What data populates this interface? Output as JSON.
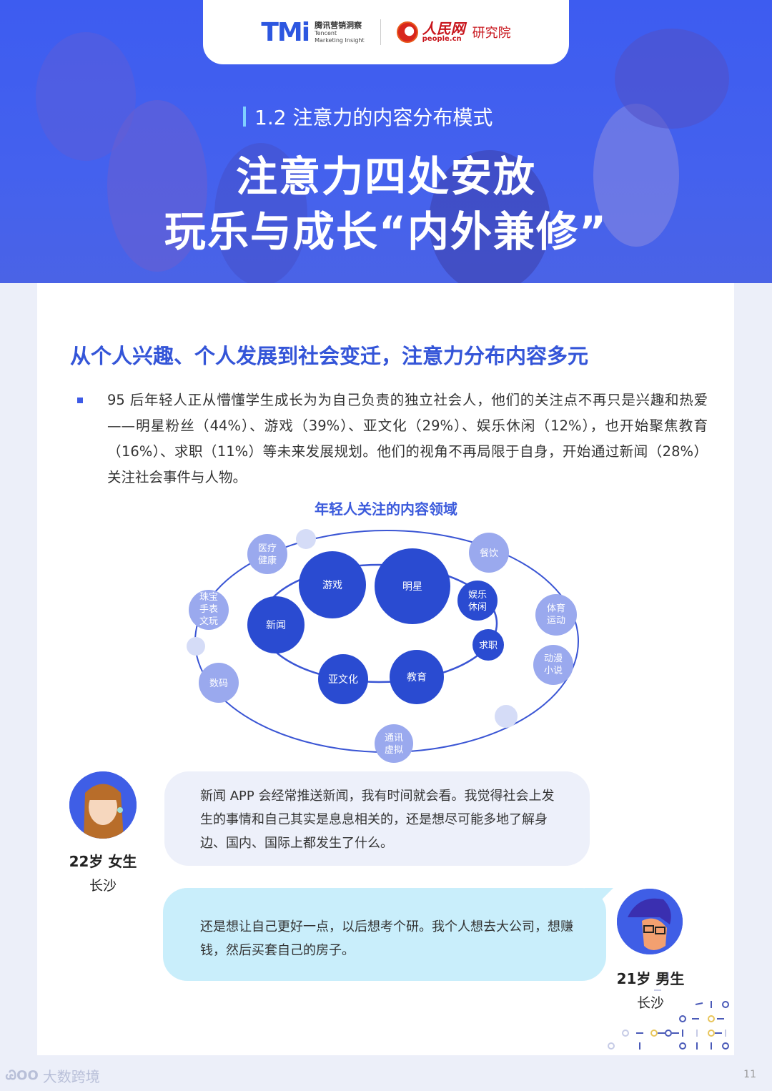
{
  "header": {
    "logos": {
      "tmi_mark": "TMi",
      "tmi_cn": "腾讯营销洞察",
      "tmi_en_1": "Tencent",
      "tmi_en_2": "Marketing Insight",
      "people_brand": "人民网",
      "people_url": "people.cn",
      "people_inst": "研究院"
    },
    "section_tag": "1.2 注意力的内容分布模式",
    "title_line1": "注意力四处安放",
    "title_line2": "玩乐与成长“内外兼修”",
    "colors": {
      "hero_blue": "#3d5cf0",
      "accent_cyan": "#7fd0ff"
    }
  },
  "content": {
    "sub_heading": "从个人兴趣、个人发展到社会变迁，注意力分布内容多元",
    "body": "95 后年轻人正从懵懂学生成长为为自己负责的独立社会人，他们的关注点不再只是兴趣和热爱——明星粉丝（44%）、游戏（39%）、亚文化（29%）、娱乐休闲（12%），也开始聚焦教育（16%）、求职（11%）等未来发展规划。他们的视角不再局限于自身，开始通过新闻（28%）关注社会事件与人物。",
    "stats": [
      {
        "label": "明星粉丝",
        "value": "44%"
      },
      {
        "label": "游戏",
        "value": "39%"
      },
      {
        "label": "亚文化",
        "value": "29%"
      },
      {
        "label": "娱乐休闲",
        "value": "12%"
      },
      {
        "label": "教育",
        "value": "16%"
      },
      {
        "label": "求职",
        "value": "11%"
      },
      {
        "label": "新闻",
        "value": "28%"
      }
    ]
  },
  "diagram": {
    "title": "年轻人关注的内容领域",
    "colors": {
      "inner": "#2a4bd1",
      "outer": "#9aa9ee",
      "small": "#d5dcf7",
      "ring": "#3a55d4"
    },
    "inner_nodes": [
      {
        "label": "明星",
        "line2": ""
      },
      {
        "label": "游戏",
        "line2": ""
      },
      {
        "label": "新闻",
        "line2": ""
      },
      {
        "label": "亚文化",
        "line2": ""
      },
      {
        "label": "教育",
        "line2": ""
      },
      {
        "label": "娱乐",
        "line2": "休闲"
      },
      {
        "label": "求职",
        "line2": ""
      }
    ],
    "outer_nodes": [
      {
        "label": "医疗",
        "line2": "健康"
      },
      {
        "label": "餐饮",
        "line2": ""
      },
      {
        "label": "珠宝",
        "line2": "手表",
        "line3": "文玩"
      },
      {
        "label": "体育",
        "line2": "运动"
      },
      {
        "label": "动漫",
        "line2": "小说"
      },
      {
        "label": "数码",
        "line2": ""
      },
      {
        "label": "通讯",
        "line2": "虚拟"
      }
    ]
  },
  "quotes": [
    {
      "text": "新闻 APP 会经常推送新闻，我有时间就会看。我觉得社会上发生的事情和自己其实是息息相关的，还是想尽可能多地了解身边、国内、国际上都发生了什么。",
      "person": "22岁 女生",
      "city": "长沙"
    },
    {
      "text": "还是想让自己更好一点，以后想考个研。我个人想去大公司，想赚钱，然后买套自己的房子。",
      "person": "21岁 男生",
      "city": "长沙"
    }
  ],
  "footer": {
    "watermark": "大数跨境",
    "page_number": "11"
  }
}
